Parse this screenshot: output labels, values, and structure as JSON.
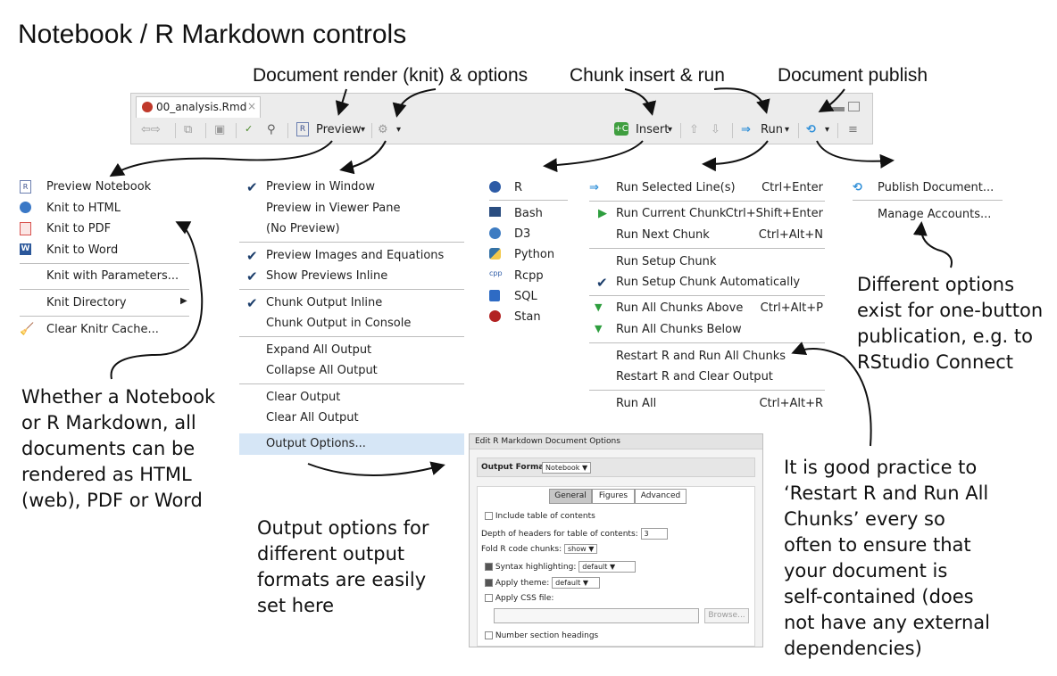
{
  "title": "Notebook / R Markdown controls",
  "labels": {
    "render": "Document render (knit) & options",
    "chunk": "Chunk insert & run",
    "publish": "Document publish"
  },
  "toolbar": {
    "tab_name": "00_analysis.Rmd",
    "tab_close": "×",
    "preview_label": "Preview",
    "insert_label": "Insert",
    "run_label": "Run",
    "dropdown": "▾"
  },
  "knit_menu": {
    "items": [
      {
        "label": "Preview Notebook",
        "icon": "rmd-icon"
      },
      {
        "label": "Knit to HTML",
        "icon": "globe-icon"
      },
      {
        "label": "Knit to PDF",
        "icon": "pdf-icon"
      },
      {
        "label": "Knit to Word",
        "icon": "word-icon"
      },
      {
        "label": "Knit with Parameters...",
        "icon": ""
      },
      {
        "label": "Knit Directory",
        "icon": "",
        "submenu": "▶"
      },
      {
        "label": "Clear Knitr Cache...",
        "icon": "broom-icon"
      }
    ]
  },
  "options_menu": {
    "items": [
      {
        "label": "Preview in Window",
        "checked": true
      },
      {
        "label": "Preview in Viewer Pane",
        "checked": false
      },
      {
        "label": "(No Preview)",
        "checked": false
      },
      {
        "label": "Preview Images and Equations",
        "checked": true
      },
      {
        "label": "Show Previews Inline",
        "checked": true
      },
      {
        "label": "Chunk Output Inline",
        "checked": true
      },
      {
        "label": "Chunk Output in Console",
        "checked": false
      },
      {
        "label": "Expand All Output",
        "checked": false
      },
      {
        "label": "Collapse All Output",
        "checked": false
      },
      {
        "label": "Clear Output",
        "checked": false
      },
      {
        "label": "Clear All Output",
        "checked": false
      },
      {
        "label": "Output Options...",
        "checked": false,
        "highlighted": true
      }
    ],
    "check_glyph": "✔"
  },
  "insert_menu": {
    "items": [
      {
        "label": "R",
        "icon": "r-lang-icon"
      },
      {
        "label": "Bash",
        "icon": "terminal-icon"
      },
      {
        "label": "D3",
        "icon": "d3-icon"
      },
      {
        "label": "Python",
        "icon": "python-icon"
      },
      {
        "label": "Rcpp",
        "icon": "cpp-icon"
      },
      {
        "label": "SQL",
        "icon": "database-icon"
      },
      {
        "label": "Stan",
        "icon": "stan-icon"
      }
    ]
  },
  "run_menu": {
    "items": [
      {
        "label": "Run Selected Line(s)",
        "shortcut": "Ctrl+Enter"
      },
      {
        "label": "Run Current Chunk",
        "shortcut": "Ctrl+Shift+Enter"
      },
      {
        "label": "Run Next Chunk",
        "shortcut": "Ctrl+Alt+N"
      },
      {
        "label": "Run Setup Chunk",
        "shortcut": ""
      },
      {
        "label": "Run Setup Chunk Automatically",
        "shortcut": ""
      },
      {
        "label": "Run All Chunks Above",
        "shortcut": "Ctrl+Alt+P"
      },
      {
        "label": "Run All Chunks Below",
        "shortcut": ""
      },
      {
        "label": "Restart R and Run All Chunks",
        "shortcut": ""
      },
      {
        "label": "Restart R and Clear Output",
        "shortcut": ""
      },
      {
        "label": "Run All",
        "shortcut": "Ctrl+Alt+R"
      }
    ]
  },
  "publish_menu": {
    "items": [
      {
        "label": "Publish Document..."
      },
      {
        "label": "Manage Accounts..."
      }
    ]
  },
  "notes": {
    "render_note": [
      "Whether a Notebook",
      "or R Markdown, all",
      "documents can be",
      "rendered as HTML",
      "(web), PDF or Word"
    ],
    "output_note": [
      "Output options for",
      "different output",
      "formats are easily",
      "set here"
    ],
    "publish_note": [
      "Different options",
      "exist for one-button",
      "publication, e.g. to",
      "RStudio Connect"
    ],
    "restart_note": [
      "It is good practice to",
      "‘Restart R and Run All",
      "Chunks’ every so",
      "often to ensure that",
      "your document is",
      "self-contained (does",
      "not have any external",
      "dependencies)"
    ]
  },
  "dialog": {
    "title": "Edit R Markdown Document Options",
    "output_format_label": "Output Format:",
    "output_format_value": "Notebook ▼",
    "tabs": [
      "General",
      "Figures",
      "Advanced"
    ],
    "include_toc": "Include table of contents",
    "depth_label": "Depth of headers for table of contents:",
    "depth_value": "3",
    "fold_label": "Fold R code chunks:",
    "fold_value": "show ▼",
    "syntax_label": "Syntax highlighting:",
    "syntax_value": "default ▼",
    "theme_label": "Apply theme:",
    "theme_value": "default ▼",
    "css_label": "Apply CSS file:",
    "browse": "Browse...",
    "number_sections": "Number section headings"
  }
}
